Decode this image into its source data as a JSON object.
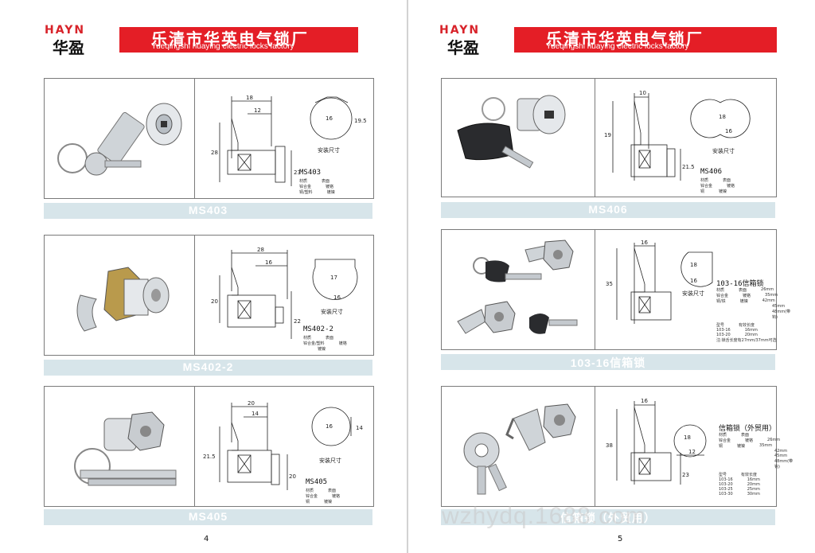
{
  "header": {
    "brand_en": "HAYN",
    "brand_cn": "华盈",
    "banner_cn": "乐清市华英电气锁厂",
    "banner_en": "Yueqingshi huaying electric locks factory"
  },
  "common": {
    "install_size": "安装尺寸",
    "material_label": "材质",
    "surface_label": "表面"
  },
  "products": [
    {
      "id": "ms403",
      "caption": "MS403",
      "model": "MS403",
      "dims": [
        "18",
        "12",
        "28",
        "23"
      ],
      "cutout": [
        "16",
        "19.5"
      ],
      "specs": [
        [
          "锌合金",
          "镀铬"
        ],
        [
          "铜/塑料",
          "镀镍"
        ]
      ]
    },
    {
      "id": "ms402-2",
      "caption": "MS402-2",
      "model": "MS402-2",
      "dims": [
        "28",
        "16",
        "20",
        "22"
      ],
      "cutout": [
        "17",
        "16"
      ],
      "specs": [
        [
          "锌合金/塑料",
          "镀铬"
        ],
        [
          "",
          "镀镍"
        ]
      ]
    },
    {
      "id": "ms405",
      "caption": "MS405",
      "model": "MS405",
      "dims": [
        "20",
        "14",
        "21.5",
        "20"
      ],
      "cutout": [
        "16",
        "14"
      ],
      "specs": [
        [
          "锌合金",
          "镀铬"
        ],
        [
          "铜",
          "镀镍"
        ]
      ]
    },
    {
      "id": "ms406",
      "caption": "MS406",
      "model": "MS406",
      "dims": [
        "10",
        "19",
        "21.5"
      ],
      "cutout": [
        "18",
        "16"
      ],
      "specs": [
        [
          "锌合金",
          "镀铬"
        ],
        [
          "铜",
          "镀镍"
        ]
      ]
    },
    {
      "id": "103-16",
      "caption": "103-16信箱锁",
      "model": "103-16信箱锁",
      "dims": [
        "16",
        "35"
      ],
      "cutout": [
        "18",
        "16"
      ],
      "specs": [
        [
          "锌合金",
          "镀铬"
        ],
        [
          "铜/铁",
          "镀镍"
        ]
      ],
      "lengths": [
        "26mm",
        "35mm",
        "42mm",
        "45mm",
        "48mm(带钩)"
      ],
      "table_headers": [
        "型号",
        "有效长度"
      ],
      "table_rows": [
        [
          "103-16",
          "16mm"
        ],
        [
          "103-20",
          "20mm"
        ]
      ],
      "note": "注:锁舌长度有27mm/37mm可选"
    },
    {
      "id": "mailbox",
      "caption": "信箱锁（外贸用）",
      "model": "信箱锁（外贸用）",
      "dims": [
        "16",
        "38",
        "23"
      ],
      "cutout": [
        "18",
        "12"
      ],
      "specs": [
        [
          "锌合金",
          "镀铬"
        ],
        [
          "铜",
          "镀镍"
        ]
      ],
      "lengths": [
        "26mm",
        "35mm",
        "42mm",
        "45mm",
        "48mm(带钩)"
      ],
      "table_headers": [
        "型号",
        "有效长度"
      ],
      "table_rows": [
        [
          "103-16",
          "16mm"
        ],
        [
          "103-20",
          "20mm"
        ],
        [
          "103-25",
          "25mm"
        ],
        [
          "103-30",
          "30mm"
        ]
      ]
    }
  ],
  "page_numbers": [
    "4",
    "5"
  ],
  "watermark": "wzhydq.1688.com"
}
